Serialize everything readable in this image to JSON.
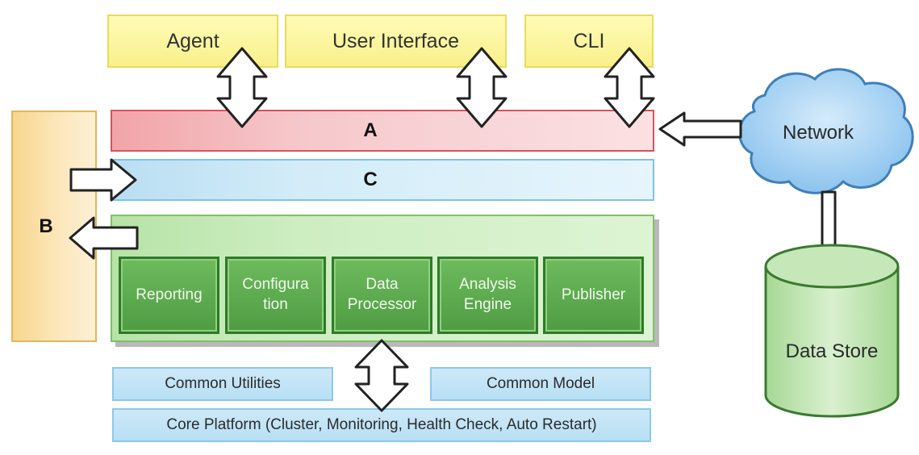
{
  "top": {
    "agent": "Agent",
    "user_interface": "User Interface",
    "cli": "CLI"
  },
  "layers": {
    "a": "A",
    "c": "C",
    "b": "B"
  },
  "modules": [
    "Reporting",
    "Configura\ntion",
    "Data\nProcessor",
    "Analysis\nEngine",
    "Publisher"
  ],
  "bottom": {
    "common_utilities": "Common Utilities",
    "common_model": "Common Model",
    "core_platform": "Core Platform (Cluster, Monitoring, Health Check, Auto Restart)"
  },
  "side": {
    "network": "Network",
    "data_store": "Data Store"
  },
  "colors": {
    "yellow": "#f8f08a",
    "red": "#d8535c",
    "blue": "#7fc2e6",
    "green": "#4f9c43",
    "orange": "#e1b65c",
    "cloud": "#8cc3ee",
    "cylinder": "#b9e1a8"
  }
}
